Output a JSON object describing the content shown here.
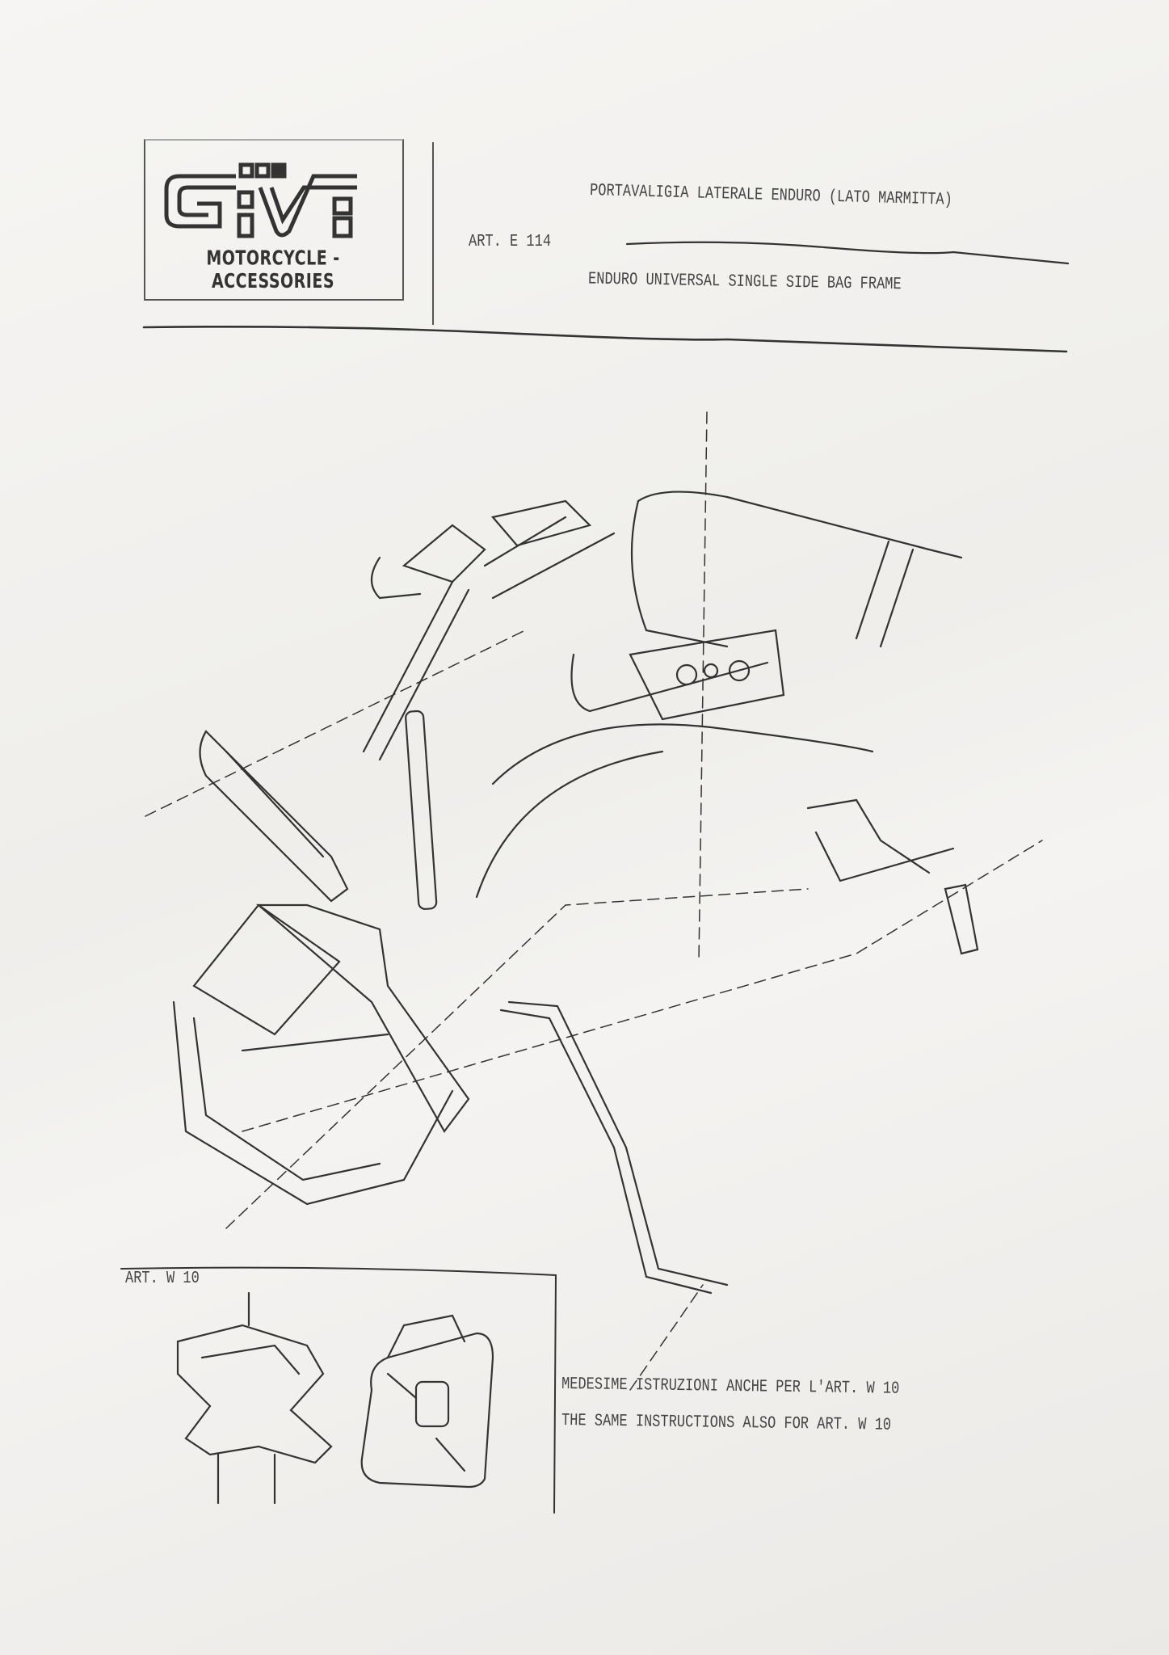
{
  "header": {
    "brand_logo": "GIVI",
    "brand_tagline": "MOTORCYCLE - ACCESSORIES",
    "title_italian": "PORTAVALIGIA LATERALE ENDURO (LATO MARMITTA)",
    "article": "ART.  E 114",
    "title_english": "ENDURO UNIVERSAL SINGLE SIDE BAG FRAME"
  },
  "inset": {
    "article": "ART. W 10"
  },
  "notes": {
    "italian": "MEDESIME ISTRUZIONI ANCHE PER L'ART. W 10",
    "english": "THE SAME INSTRUCTIONS ALSO FOR ART.  W 10"
  }
}
